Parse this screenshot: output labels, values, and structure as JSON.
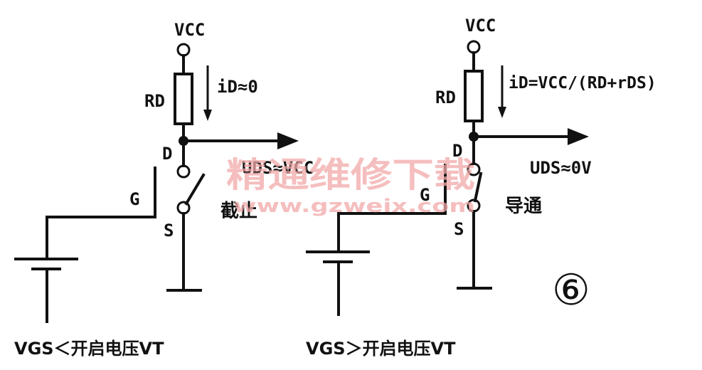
{
  "left_circuit": {
    "vcc": "VCC",
    "resistor": "RD",
    "current": "iD≈0",
    "drain": "D",
    "gate": "G",
    "source": "S",
    "uds": "UDS≈VCC",
    "state": "截止",
    "condition": "VGS＜开启电压VT"
  },
  "right_circuit": {
    "vcc": "VCC",
    "resistor": "RD",
    "current": "iD=VCC/(RD+rDS)",
    "drain": "D",
    "gate": "G",
    "source": "S",
    "uds": "UDS≈0V",
    "state": "导通",
    "condition": "VGS＞开启电压VT"
  },
  "figure_number": "⑥",
  "watermark": {
    "text": "精通维修下载",
    "url": "www.gzweix.com"
  }
}
